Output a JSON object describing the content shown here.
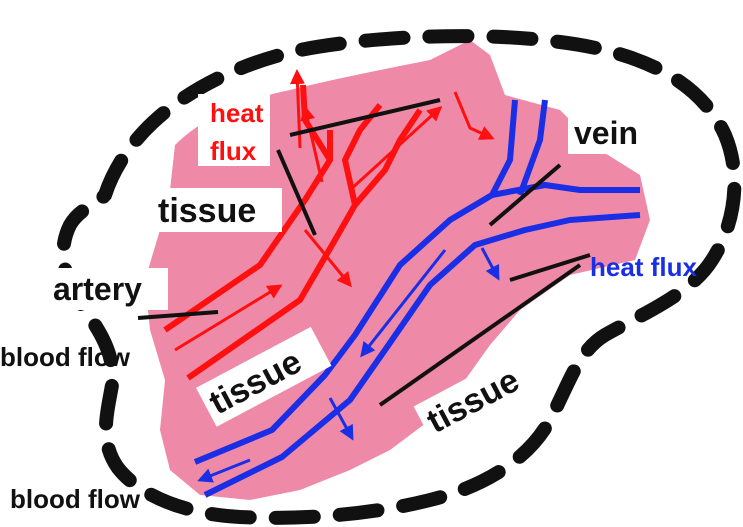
{
  "labels": {
    "heat_flux_artery_line1": "heat",
    "heat_flux_artery_line2": "flux",
    "tissue_top": "tissue",
    "artery": "artery",
    "blood_flow_in": "blood flow",
    "vein": "vein",
    "heat_flux_vein": "heat flux",
    "tissue_middle": "tissue",
    "tissue_right": "tissue",
    "blood_flow_out": "blood flow"
  },
  "colors": {
    "tissue": "#ee8aa8",
    "artery": "#ff1010",
    "vein": "#1a2ee6",
    "boundary": "#111111",
    "leader": "#111111",
    "label_text": "#111111"
  }
}
